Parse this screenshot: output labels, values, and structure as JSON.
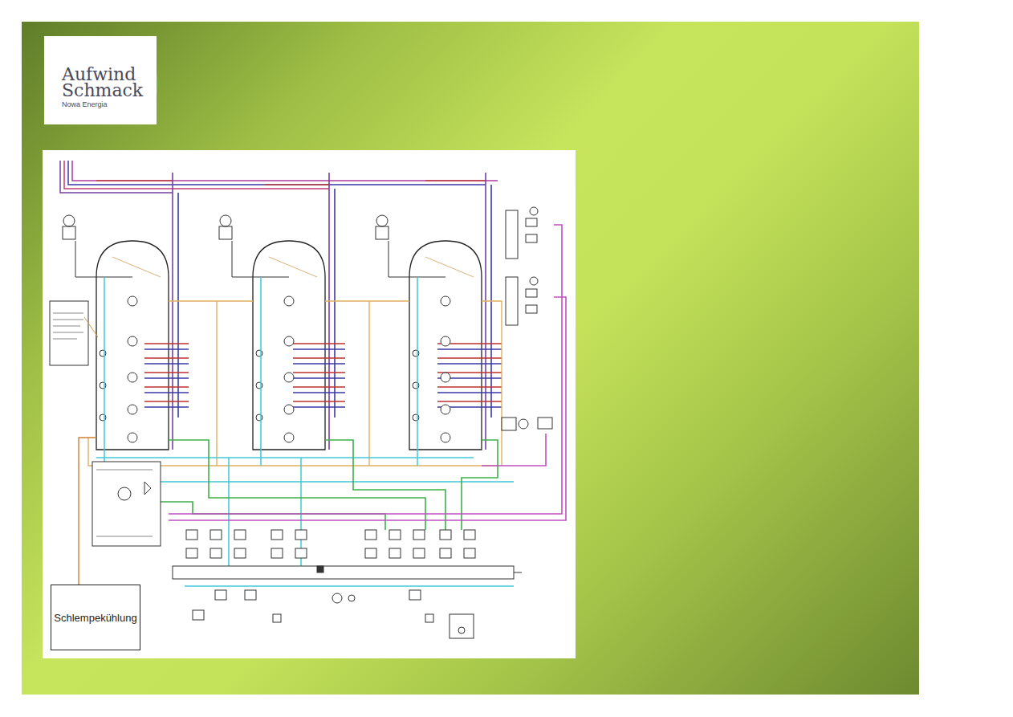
{
  "diagram": {
    "nodes": [
      {
        "text": [
          "Aufwind Schmack",
          "Nowa Energia"
        ]
      },
      {
        "text": [
          "Schlempekühlung"
        ]
      }
    ]
  }
}
